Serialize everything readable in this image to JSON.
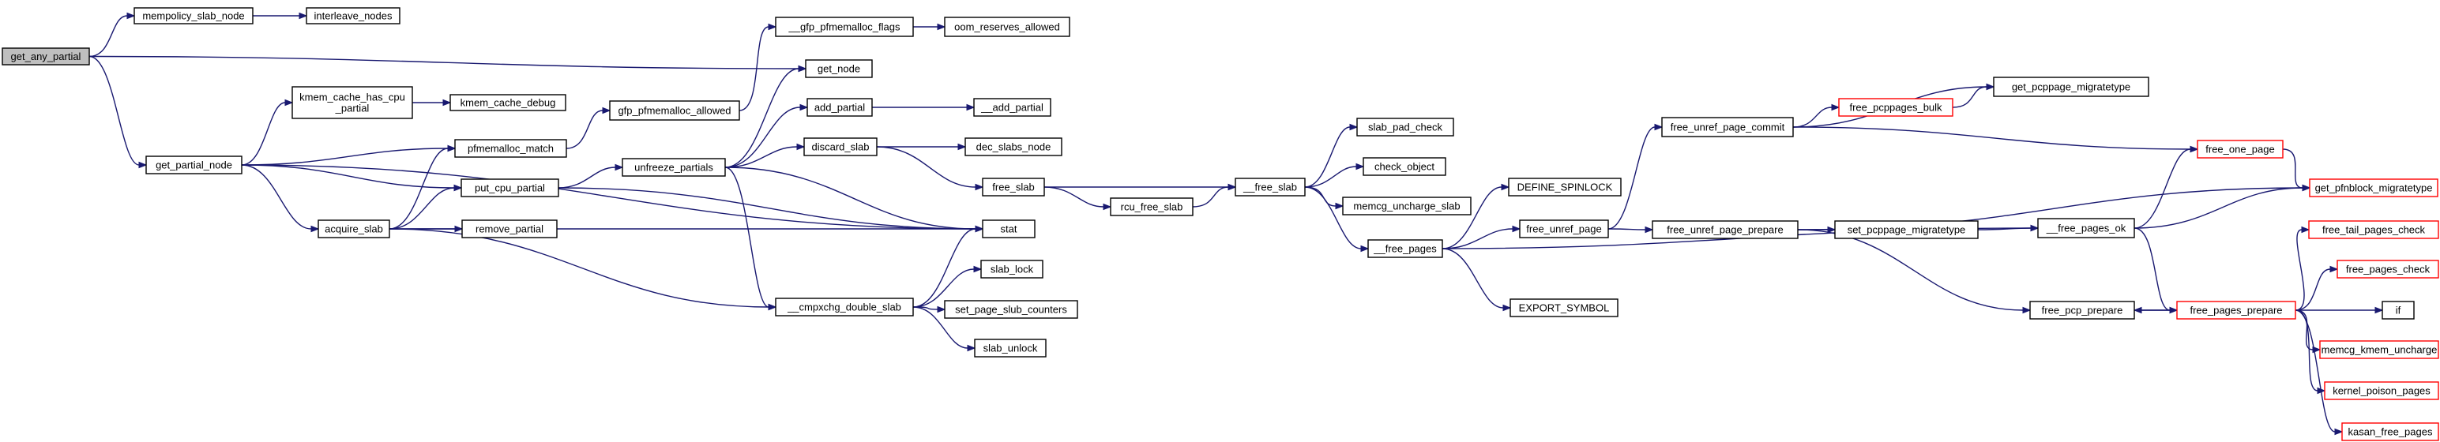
{
  "colors": {
    "edge": "#191970",
    "root_fill": "#bfbfbf",
    "node_fill": "#ffffff",
    "node_border": "#000000",
    "truncated_border": "#ff0000"
  },
  "nodes": [
    {
      "id": "get_any_partial",
      "label": "get_any_partial",
      "style": "root"
    },
    {
      "id": "mempolicy_slab_node",
      "label": "mempolicy_slab_node"
    },
    {
      "id": "interleave_nodes",
      "label": "interleave_nodes"
    },
    {
      "id": "get_node",
      "label": "get_node"
    },
    {
      "id": "get_partial_node",
      "label": "get_partial_node"
    },
    {
      "id": "kmem_cache_has_cpu_partial",
      "label": "kmem_cache_has_cpu\n_partial"
    },
    {
      "id": "kmem_cache_debug",
      "label": "kmem_cache_debug"
    },
    {
      "id": "pfmemalloc_match",
      "label": "pfmemalloc_match"
    },
    {
      "id": "gfp_pfmemalloc_allowed",
      "label": "gfp_pfmemalloc_allowed"
    },
    {
      "id": "__gfp_pfmemalloc_flags",
      "label": "__gfp_pfmemalloc_flags"
    },
    {
      "id": "oom_reserves_allowed",
      "label": "oom_reserves_allowed"
    },
    {
      "id": "put_cpu_partial",
      "label": "put_cpu_partial"
    },
    {
      "id": "acquire_slab",
      "label": "acquire_slab"
    },
    {
      "id": "remove_partial",
      "label": "remove_partial"
    },
    {
      "id": "unfreeze_partials",
      "label": "unfreeze_partials"
    },
    {
      "id": "add_partial",
      "label": "add_partial"
    },
    {
      "id": "__add_partial",
      "label": "__add_partial"
    },
    {
      "id": "discard_slab",
      "label": "discard_slab"
    },
    {
      "id": "dec_slabs_node",
      "label": "dec_slabs_node"
    },
    {
      "id": "free_slab",
      "label": "free_slab"
    },
    {
      "id": "stat",
      "label": "stat"
    },
    {
      "id": "__cmpxchg_double_slab",
      "label": "__cmpxchg_double_slab"
    },
    {
      "id": "slab_lock",
      "label": "slab_lock"
    },
    {
      "id": "set_page_slub_counters",
      "label": "set_page_slub_counters"
    },
    {
      "id": "slab_unlock",
      "label": "slab_unlock"
    },
    {
      "id": "rcu_free_slab",
      "label": "rcu_free_slab"
    },
    {
      "id": "__free_slab",
      "label": "__free_slab"
    },
    {
      "id": "slab_pad_check",
      "label": "slab_pad_check"
    },
    {
      "id": "check_object",
      "label": "check_object"
    },
    {
      "id": "memcg_uncharge_slab",
      "label": "memcg_uncharge_slab"
    },
    {
      "id": "__free_pages",
      "label": "__free_pages"
    },
    {
      "id": "DEFINE_SPINLOCK",
      "label": "DEFINE_SPINLOCK"
    },
    {
      "id": "EXPORT_SYMBOL",
      "label": "EXPORT_SYMBOL"
    },
    {
      "id": "free_unref_page",
      "label": "free_unref_page"
    },
    {
      "id": "free_unref_page_commit",
      "label": "free_unref_page_commit"
    },
    {
      "id": "free_pcppages_bulk",
      "label": "free_pcppages_bulk",
      "style": "truncated"
    },
    {
      "id": "get_pcppage_migratetype",
      "label": "get_pcppage_migratetype"
    },
    {
      "id": "free_one_page",
      "label": "free_one_page",
      "style": "truncated"
    },
    {
      "id": "get_pfnblock_migratetype",
      "label": "get_pfnblock_migratetype",
      "style": "truncated"
    },
    {
      "id": "free_unref_page_prepare",
      "label": "free_unref_page_prepare"
    },
    {
      "id": "set_pcppage_migratetype",
      "label": "set_pcppage_migratetype"
    },
    {
      "id": "__free_pages_ok",
      "label": "__free_pages_ok"
    },
    {
      "id": "free_pcp_prepare",
      "label": "free_pcp_prepare"
    },
    {
      "id": "free_pages_prepare",
      "label": "free_pages_prepare",
      "style": "truncated"
    },
    {
      "id": "free_tail_pages_check",
      "label": "free_tail_pages_check",
      "style": "truncated"
    },
    {
      "id": "free_pages_check",
      "label": "free_pages_check",
      "style": "truncated"
    },
    {
      "id": "if",
      "label": "if"
    },
    {
      "id": "memcg_kmem_uncharge",
      "label": "memcg_kmem_uncharge",
      "style": "truncated"
    },
    {
      "id": "kernel_poison_pages",
      "label": "kernel_poison_pages",
      "style": "truncated"
    },
    {
      "id": "kasan_free_pages",
      "label": "kasan_free_pages",
      "style": "truncated"
    }
  ],
  "edges": [
    [
      "get_any_partial",
      "mempolicy_slab_node"
    ],
    [
      "get_any_partial",
      "get_node"
    ],
    [
      "get_any_partial",
      "get_partial_node"
    ],
    [
      "mempolicy_slab_node",
      "interleave_nodes"
    ],
    [
      "get_partial_node",
      "kmem_cache_has_cpu_partial"
    ],
    [
      "get_partial_node",
      "pfmemalloc_match"
    ],
    [
      "get_partial_node",
      "put_cpu_partial"
    ],
    [
      "get_partial_node",
      "acquire_slab"
    ],
    [
      "get_partial_node",
      "stat"
    ],
    [
      "kmem_cache_has_cpu_partial",
      "kmem_cache_debug"
    ],
    [
      "pfmemalloc_match",
      "gfp_pfmemalloc_allowed"
    ],
    [
      "gfp_pfmemalloc_allowed",
      "__gfp_pfmemalloc_flags"
    ],
    [
      "__gfp_pfmemalloc_flags",
      "oom_reserves_allowed"
    ],
    [
      "acquire_slab",
      "pfmemalloc_match"
    ],
    [
      "acquire_slab",
      "put_cpu_partial"
    ],
    [
      "acquire_slab",
      "remove_partial"
    ],
    [
      "acquire_slab",
      "stat"
    ],
    [
      "acquire_slab",
      "__cmpxchg_double_slab"
    ],
    [
      "put_cpu_partial",
      "unfreeze_partials"
    ],
    [
      "put_cpu_partial",
      "stat"
    ],
    [
      "unfreeze_partials",
      "get_node"
    ],
    [
      "unfreeze_partials",
      "add_partial"
    ],
    [
      "unfreeze_partials",
      "discard_slab"
    ],
    [
      "unfreeze_partials",
      "stat"
    ],
    [
      "unfreeze_partials",
      "__cmpxchg_double_slab"
    ],
    [
      "add_partial",
      "__add_partial"
    ],
    [
      "discard_slab",
      "dec_slabs_node"
    ],
    [
      "discard_slab",
      "free_slab"
    ],
    [
      "free_slab",
      "__free_slab"
    ],
    [
      "free_slab",
      "rcu_free_slab"
    ],
    [
      "rcu_free_slab",
      "__free_slab"
    ],
    [
      "__cmpxchg_double_slab",
      "stat"
    ],
    [
      "__cmpxchg_double_slab",
      "slab_lock"
    ],
    [
      "__cmpxchg_double_slab",
      "set_page_slub_counters"
    ],
    [
      "__cmpxchg_double_slab",
      "slab_unlock"
    ],
    [
      "__free_slab",
      "slab_pad_check"
    ],
    [
      "__free_slab",
      "check_object"
    ],
    [
      "__free_slab",
      "memcg_uncharge_slab"
    ],
    [
      "__free_slab",
      "__free_pages"
    ],
    [
      "__free_pages",
      "DEFINE_SPINLOCK"
    ],
    [
      "__free_pages",
      "free_unref_page"
    ],
    [
      "__free_pages",
      "__free_pages_ok"
    ],
    [
      "__free_pages",
      "EXPORT_SYMBOL"
    ],
    [
      "free_unref_page",
      "free_unref_page_commit"
    ],
    [
      "free_unref_page",
      "free_unref_page_prepare"
    ],
    [
      "free_unref_page_commit",
      "free_pcppages_bulk"
    ],
    [
      "free_unref_page_commit",
      "get_pcppage_migratetype"
    ],
    [
      "free_unref_page_commit",
      "free_one_page"
    ],
    [
      "free_pcppages_bulk",
      "get_pcppage_migratetype"
    ],
    [
      "free_unref_page_prepare",
      "get_pfnblock_migratetype"
    ],
    [
      "free_unref_page_prepare",
      "set_pcppage_migratetype"
    ],
    [
      "free_unref_page_prepare",
      "free_pcp_prepare"
    ],
    [
      "set_pcppage_migratetype",
      "__free_pages_ok"
    ],
    [
      "__free_pages_ok",
      "free_one_page"
    ],
    [
      "__free_pages_ok",
      "get_pfnblock_migratetype"
    ],
    [
      "__free_pages_ok",
      "free_pages_prepare"
    ],
    [
      "free_one_page",
      "get_pfnblock_migratetype"
    ],
    [
      "free_pcp_prepare",
      "free_pages_prepare"
    ],
    [
      "free_pages_prepare",
      "free_pcp_prepare"
    ],
    [
      "free_pages_prepare",
      "free_tail_pages_check"
    ],
    [
      "free_pages_prepare",
      "free_pages_check"
    ],
    [
      "free_pages_prepare",
      "if"
    ],
    [
      "free_pages_prepare",
      "memcg_kmem_uncharge"
    ],
    [
      "free_pages_prepare",
      "kernel_poison_pages"
    ],
    [
      "free_pages_prepare",
      "kasan_free_pages"
    ]
  ]
}
